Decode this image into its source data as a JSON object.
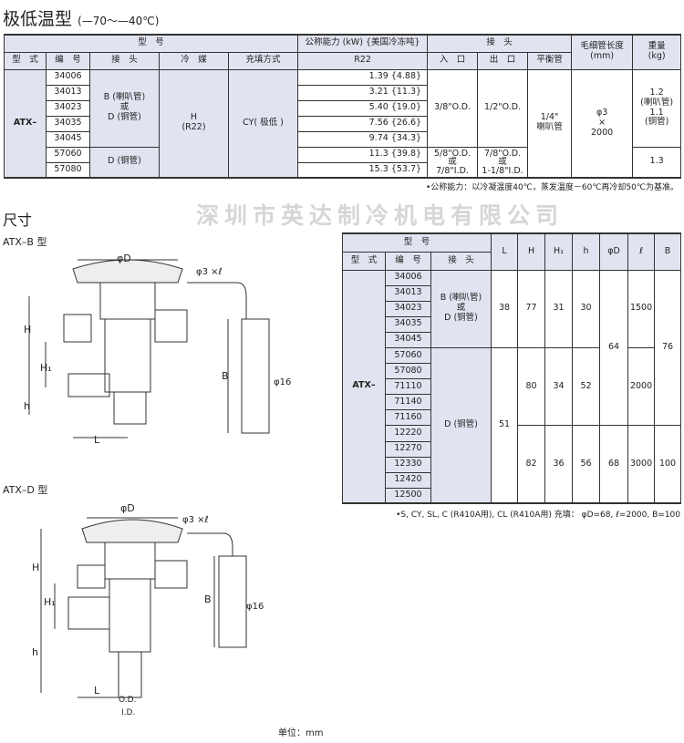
{
  "title": "极低温型",
  "title_range": "(—70～—40℃)",
  "t1": {
    "h_model": "型　号",
    "h_capacity": "公称能力 (kW) {美国冷冻吨}",
    "h_connect": "接　头",
    "h_cap_len": "毛细管长度",
    "h_cap_unit": "(mm)",
    "h_weight": "重量",
    "h_weight_unit": "(kg)",
    "h_type": "型　式",
    "h_no": "编　号",
    "h_joint": "接　头",
    "h_refr": "冷　媒",
    "h_fill": "充填方式",
    "h_r22": "R22",
    "h_in": "入　口",
    "h_out": "出　口",
    "h_bal": "平衡管",
    "type": "ATX–",
    "joint1": "B (喇叭管)",
    "joint_or": "或",
    "joint2": "D (铜管)",
    "joint3": "D (铜管)",
    "refr": "H",
    "refr2": "(R22)",
    "fill": "CY( 极低 )",
    "rows": [
      {
        "no": "34006",
        "cap": "1.39 {4.88}"
      },
      {
        "no": "34013",
        "cap": "3.21 {11.3}"
      },
      {
        "no": "34023",
        "cap": "5.40 {19.0}"
      },
      {
        "no": "34035",
        "cap": "7.56 {26.6}"
      },
      {
        "no": "34045",
        "cap": "9.74 {34.3}"
      },
      {
        "no": "57060",
        "cap": "11.3 {39.8}"
      },
      {
        "no": "57080",
        "cap": "15.3 {53.7}"
      }
    ],
    "in1": "3/8\"O.D.",
    "out1": "1/2\"O.D.",
    "in2a": "5/8\"O.D.",
    "in2b": "或",
    "in2c": "7/8\"I.D.",
    "out2a": "7/8\"O.D.",
    "out2b": "或",
    "out2c": "1-1/8\"I.D.",
    "bal1": "1/4\"",
    "bal2": "喇叭管",
    "cap1": "φ3",
    "cap2": "×",
    "cap3": "2000",
    "w1": "1.2",
    "w2": "(喇叭管)",
    "w3": "1.1",
    "w4": "(铜管)",
    "w5": "1.3",
    "note": "•公称能力：以冷凝温度40℃，蒸发温度－60℃再冷却50℃为基准。"
  },
  "dim_title": "尺寸",
  "atxb": "ATX–B 型",
  "atxd": "ATX–D 型",
  "watermark": "深圳市英达制冷机电有限公司",
  "t2": {
    "h_model": "型　号",
    "h_type": "型　式",
    "h_no": "编　号",
    "h_joint": "接　头",
    "cols": [
      "L",
      "H",
      "H₁",
      "h",
      "φD",
      "ℓ",
      "B"
    ],
    "type": "ATX–",
    "joint1": "B (喇叭管)",
    "joint_or": "或",
    "joint2": "D (铜管)",
    "joint3": "D (铜管)",
    "nos": [
      "34006",
      "34013",
      "34023",
      "34035",
      "34045",
      "57060",
      "57080",
      "71110",
      "71140",
      "71160",
      "12220",
      "12270",
      "12330",
      "12420",
      "12500"
    ],
    "L1": "38",
    "L2": "51",
    "H1": "77",
    "H2": "80",
    "H3": "82",
    "Hs1": "31",
    "Hs2": "34",
    "Hs3": "36",
    "h1": "30",
    "h2": "52",
    "h3": "56",
    "D1": "64",
    "D2": "68",
    "l1": "1500",
    "l2": "2000",
    "l3": "3000",
    "B1": "76",
    "B2": "100",
    "note": "•S, CY, SL, C (R410A用), CL (R410A用) 充填： φD=68, ℓ=2000, B=100"
  },
  "diag": {
    "phiD": "φD",
    "phi3l": "φ3 ×ℓ",
    "H": "H",
    "H1": "H₁",
    "h": "h",
    "L": "L",
    "B": "B",
    "phi16": "φ16",
    "OD": "O.D.",
    "ID": "I.D."
  },
  "unit": "单位：mm"
}
